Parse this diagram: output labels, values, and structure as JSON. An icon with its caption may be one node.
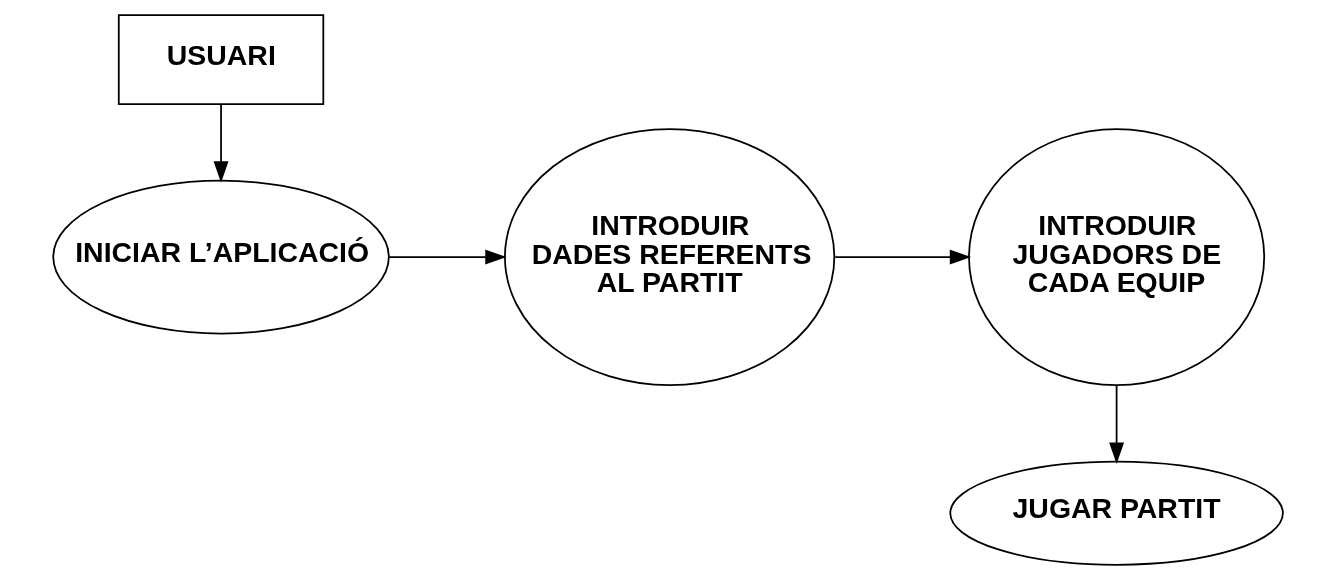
{
  "diagram": {
    "nodes": [
      {
        "text": [
          "USUARI"
        ]
      },
      {
        "text": [
          "INICIAR L’APLICACIÓ"
        ]
      },
      {
        "text": [
          "INTRODUIR DADES REFERENTS AL PARTIT"
        ]
      },
      {
        "text": [
          "INTRODUIR JUGADORS DE CADA EQUIP"
        ]
      },
      {
        "text": [
          "JUGAR PARTIT"
        ]
      }
    ],
    "edges": [
      {
        "from": 0,
        "to": 1,
        "arrow": "to"
      },
      {
        "from": 1,
        "to": 2,
        "arrow": "to"
      },
      {
        "from": 2,
        "to": 3,
        "arrow": "to"
      },
      {
        "from": 3,
        "to": 4,
        "arrow": "to"
      }
    ]
  }
}
